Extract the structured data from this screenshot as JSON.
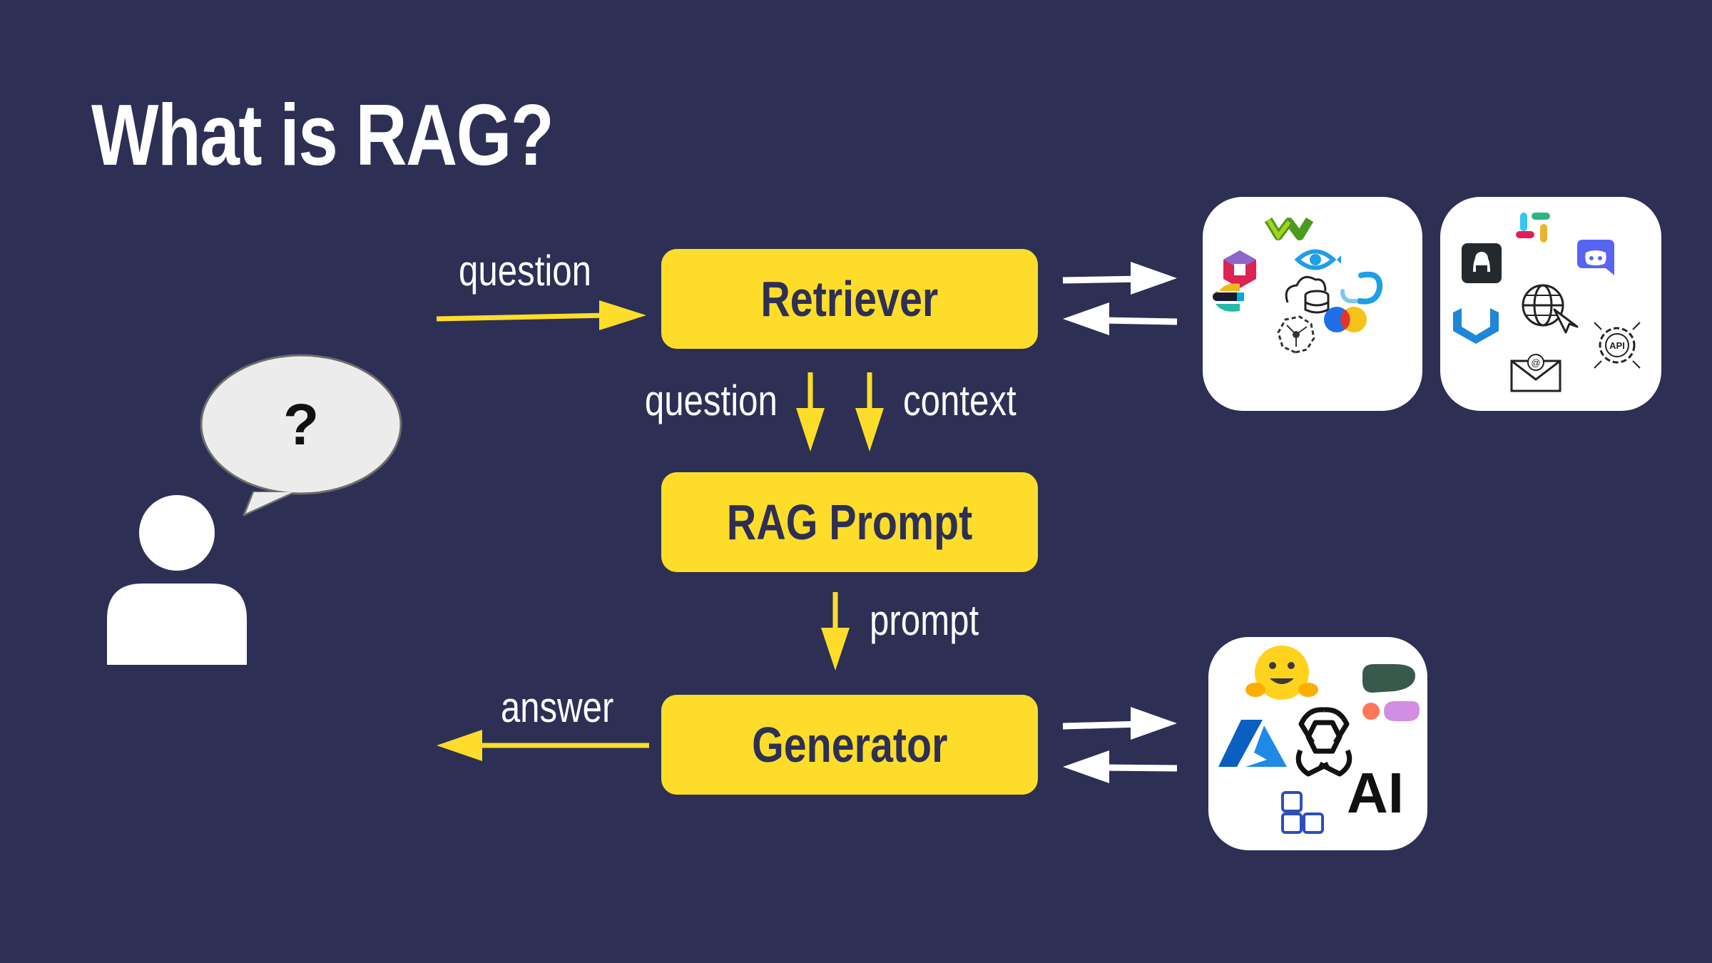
{
  "title": "What is RAG?",
  "bubble_text": "?",
  "boxes": {
    "retriever": "Retriever",
    "rag_prompt": "RAG Prompt",
    "generator": "Generator"
  },
  "labels": {
    "question_in": "question",
    "question_down": "question",
    "context": "context",
    "prompt": "prompt",
    "answer": "answer"
  },
  "logos": {
    "ai_text": "AI",
    "api_text": "API",
    "at_text": "@"
  },
  "colors": {
    "background": "#2d2f55",
    "box": "#fddd2a",
    "arrow": "#fddd2a",
    "box_text": "#2d2f55"
  }
}
